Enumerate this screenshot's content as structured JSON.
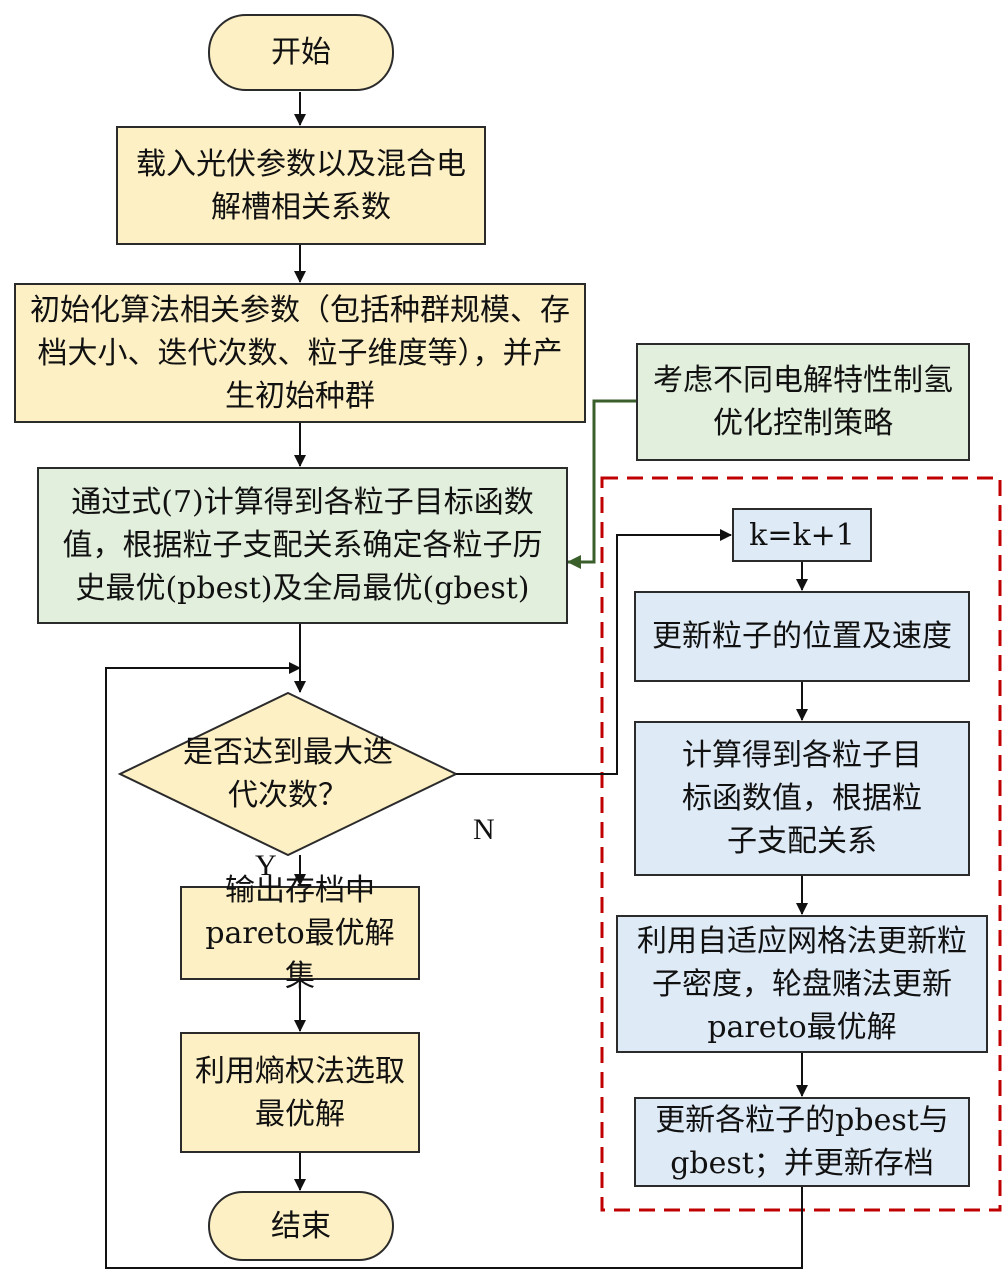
{
  "nodes": {
    "start": "开始",
    "load": "载入光伏参数以及混合电解槽相关系数",
    "init": "初始化算法相关参数（包括种群规模、存档大小、迭代次数、粒子维度等），并产生初始种群",
    "strategy": "考虑不同电解特性制氢优化控制策略",
    "compute": "通过式(7)计算得到各粒子目标函数值，根据粒子支配关系确定各粒子历史最优(pbest)及全局最优(gbest)",
    "decision": "是否达到最大迭代次数？",
    "output": "输出存档中pareto最优解集",
    "entropy": "利用熵权法选取最优解",
    "end": "结束",
    "counter": "k=k+1",
    "update_pos": "更新粒子的位置及速度",
    "compute_obj": "计算得到各粒子目标函数值，根据粒子支配关系",
    "grid": "利用自适应网格法更新粒子密度，轮盘赌法更新pareto最优解",
    "update_best": "更新各粒子的pbest与gbest；并更新存档"
  },
  "labels": {
    "yes": "Y",
    "no": "N"
  },
  "colors": {
    "yellow": "#fdf0c4",
    "green": "#e2efdc",
    "blue": "#deeaf6",
    "dashed_border": "#c00000",
    "green_arrow": "#3a5f2a"
  }
}
